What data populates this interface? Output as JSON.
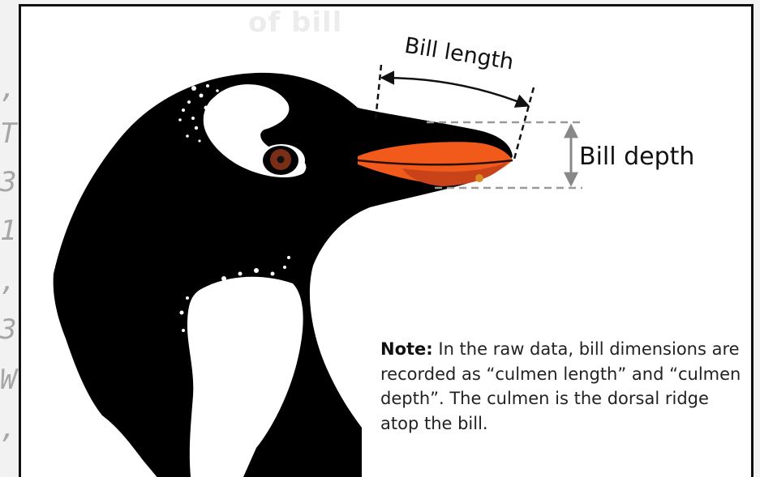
{
  "left_strip": {
    "chars": [
      ",",
      "T",
      "3",
      "1",
      ",",
      "3",
      "W",
      ","
    ]
  },
  "figure": {
    "ghost_heading": "of bill",
    "label_bill_length": "Bill length",
    "label_bill_depth": "Bill depth",
    "note_label": "Note:",
    "note_text": "In the raw data, bill dimensions are recorded as “culmen length” and “culmen depth”. The culmen is the dorsal ridge atop the bill."
  },
  "colors": {
    "beak": "#f25a1c",
    "beak_shade": "#c8431a",
    "eye": "#7a2e16",
    "measure_line": "#999999",
    "head": "#000000"
  }
}
